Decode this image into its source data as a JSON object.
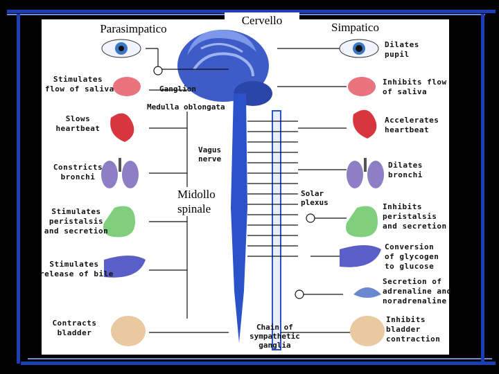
{
  "colors": {
    "frame_blue": "#1a3fb5",
    "frame_light": "#6f8de0",
    "nerve_blue": "#2a52c9",
    "brain": "#3d5cc7"
  },
  "titles": {
    "left": "Parasimpatico",
    "center": "Cervello",
    "right": "Simpatico",
    "spinal": "Midollo\nspinale"
  },
  "left_labels": [
    "Stimulates\nflow of saliva",
    "Slows\nheartbeat",
    "Constricts\nbronchi",
    "Stimulates\nperistalsis\nand secretion",
    "Stimulates\nrelease of bile",
    "Contracts\nbladder"
  ],
  "right_labels": [
    "Dilates\npupil",
    "Inhibits flow\nof saliva",
    "Accelerates\nheartbeat",
    "Dilates\nbronchi",
    "Inhibits\nperistalsis\nand secretion",
    "Conversion\nof glycogen\nto glucose",
    "Secretion of\nadrenaline and\nnoradrenaline",
    "Inhibits\nbladder\ncontraction"
  ],
  "middle_labels": {
    "ganglion": "Ganglion",
    "medulla": "Medulla oblongata",
    "vagus": "Vagus\nnerve",
    "solar": "Solar\nplexus",
    "chain": "Chain of\nsympathetic\nganglia"
  }
}
